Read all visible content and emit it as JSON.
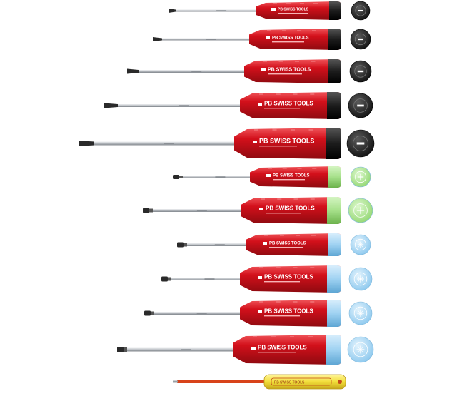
{
  "brand": {
    "handle_label": "PB SWISS TOOLS",
    "pencil_label": "PB SWISS TOOLS"
  },
  "colors": {
    "handle_red": "#d3101b",
    "handle_red_dark": "#8e0a10",
    "handle_red_light": "#f0555a",
    "cap_black": "#1c1c1c",
    "cap_green": "#a6e08a",
    "cap_blue": "#9fd2f2",
    "shaft_steel": "#c9ccd0",
    "pencil_yellow": "#f2de3a"
  },
  "tools": [
    {
      "kind": "slotted",
      "cap": "black",
      "icon": "slotted-tip-icon"
    },
    {
      "kind": "slotted",
      "cap": "black",
      "icon": "slotted-tip-icon"
    },
    {
      "kind": "slotted",
      "cap": "black",
      "icon": "slotted-tip-icon"
    },
    {
      "kind": "slotted",
      "cap": "black",
      "icon": "slotted-tip-icon"
    },
    {
      "kind": "slotted",
      "cap": "black",
      "icon": "slotted-tip-icon"
    },
    {
      "kind": "phillips",
      "cap": "green",
      "icon": "phillips-tip-icon"
    },
    {
      "kind": "phillips",
      "cap": "green",
      "icon": "phillips-tip-icon"
    },
    {
      "kind": "pozidriv",
      "cap": "blue",
      "icon": "pozidriv-tip-icon"
    },
    {
      "kind": "pozidriv",
      "cap": "blue",
      "icon": "pozidriv-tip-icon"
    },
    {
      "kind": "pozidriv",
      "cap": "blue",
      "icon": "pozidriv-tip-icon"
    },
    {
      "kind": "pozidriv",
      "cap": "blue",
      "icon": "pozidriv-tip-icon"
    },
    {
      "kind": "voltage-tester",
      "cap": "none",
      "icon": "voltage-tester-icon"
    }
  ]
}
